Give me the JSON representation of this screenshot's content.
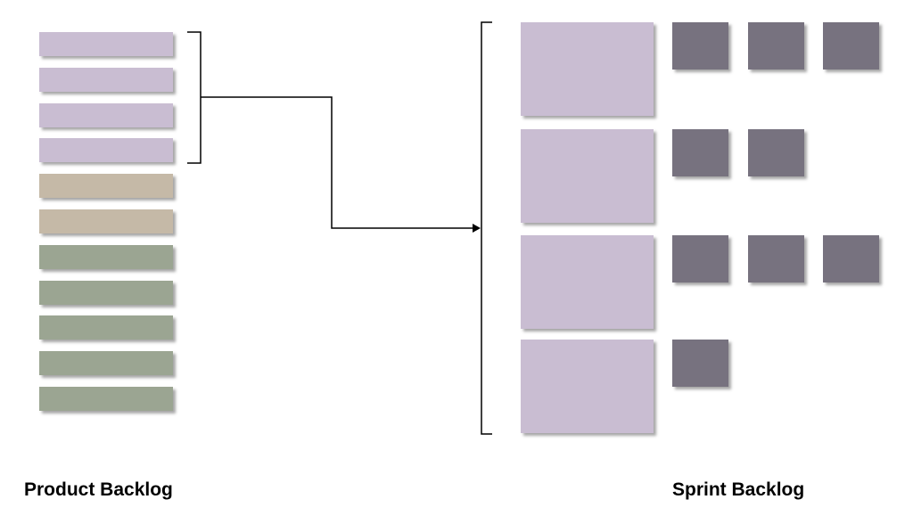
{
  "labels": {
    "product_backlog": "Product Backlog",
    "sprint_backlog": "Sprint Backlog"
  },
  "colors": {
    "selected": "#c9bdd2",
    "medium": "#c5b9a7",
    "low": "#9ba592",
    "task": "#77727f",
    "line": "#000000"
  },
  "product_backlog_items": [
    "selected",
    "selected",
    "selected",
    "selected",
    "medium",
    "medium",
    "low",
    "low",
    "low",
    "low",
    "low"
  ],
  "sprint_backlog_tasks_per_story": [
    3,
    2,
    3,
    1
  ]
}
